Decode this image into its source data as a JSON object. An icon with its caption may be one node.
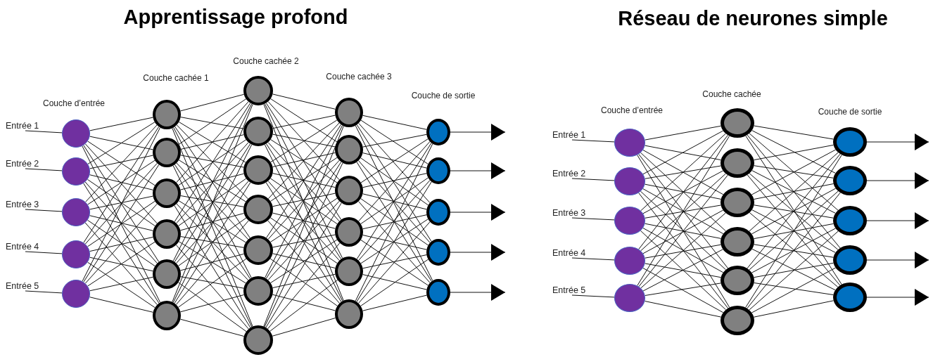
{
  "diagram": {
    "nodes": [
      {
        "text": [
          "Entrée 1"
        ]
      },
      {
        "text": [
          "Entrée 2"
        ]
      },
      {
        "text": [
          "Entrée 3"
        ]
      },
      {
        "text": [
          "Entrée 4"
        ]
      },
      {
        "text": [
          "Entrée 5"
        ]
      },
      {
        "text": [],
        "shape": "circle"
      },
      {
        "text": [],
        "shape": "circle"
      },
      {
        "text": [],
        "shape": "circle"
      },
      {
        "text": [],
        "shape": "circle"
      },
      {
        "text": [],
        "shape": "circle"
      },
      {
        "text": [],
        "shape": "circle"
      },
      {
        "text": [],
        "shape": "circle"
      },
      {
        "text": [],
        "shape": "circle"
      },
      {
        "text": [],
        "shape": "circle"
      },
      {
        "text": [],
        "shape": "circle"
      },
      {
        "text": [],
        "shape": "circle"
      },
      {
        "text": [],
        "shape": "circle"
      },
      {
        "text": [],
        "shape": "circle"
      },
      {
        "text": [],
        "shape": "circle"
      },
      {
        "text": [],
        "shape": "circle"
      },
      {
        "text": [],
        "shape": "circle"
      },
      {
        "text": [],
        "shape": "circle"
      },
      {
        "text": [],
        "shape": "circle"
      },
      {
        "text": [],
        "shape": "circle"
      },
      {
        "text": [],
        "shape": "circle"
      },
      {
        "text": [],
        "shape": "circle"
      },
      {
        "text": [],
        "shape": "circle"
      },
      {
        "text": [],
        "shape": "circle"
      },
      {
        "text": [],
        "shape": "circle"
      },
      {
        "text": [],
        "shape": "circle"
      },
      {
        "text": [],
        "shape": "circle"
      },
      {
        "text": [],
        "shape": "circle"
      },
      {
        "text": [],
        "shape": "circle"
      },
      {
        "text": [],
        "shape": "circle"
      },
      {
        "text": [
          "Entrée 1"
        ]
      },
      {
        "text": [
          "Entrée 2"
        ]
      },
      {
        "text": [
          "Entrée 3"
        ]
      },
      {
        "text": [
          "Entrée 4"
        ]
      },
      {
        "text": [
          "Entrée 5"
        ]
      },
      {
        "text": [],
        "shape": "circle"
      },
      {
        "text": [],
        "shape": "circle"
      },
      {
        "text": [],
        "shape": "circle"
      },
      {
        "text": [],
        "shape": "circle"
      },
      {
        "text": [],
        "shape": "circle"
      },
      {
        "text": [],
        "shape": "circle"
      },
      {
        "text": [],
        "shape": "circle"
      },
      {
        "text": [],
        "shape": "circle"
      },
      {
        "text": [],
        "shape": "circle"
      },
      {
        "text": [],
        "shape": "circle"
      },
      {
        "text": [],
        "shape": "circle"
      },
      {
        "text": [],
        "shape": "circle"
      },
      {
        "text": [],
        "shape": "circle"
      },
      {
        "text": [],
        "shape": "circle"
      },
      {
        "text": [],
        "shape": "circle"
      },
      {
        "text": [],
        "shape": "circle"
      }
    ],
    "edges": [
      {
        "from": 0,
        "to": 5,
        "arrow": "none"
      },
      {
        "from": 1,
        "to": 6,
        "arrow": "none"
      },
      {
        "from": 2,
        "to": 7,
        "arrow": "none"
      },
      {
        "from": 3,
        "to": 8,
        "arrow": "none"
      },
      {
        "from": 4,
        "to": 9,
        "arrow": "none"
      },
      {
        "from": 5,
        "to": 10,
        "arrow": "none"
      },
      {
        "from": 5,
        "to": 11,
        "arrow": "none"
      },
      {
        "from": 5,
        "to": 12,
        "arrow": "none"
      },
      {
        "from": 5,
        "to": 13,
        "arrow": "none"
      },
      {
        "from": 5,
        "to": 14,
        "arrow": "none"
      },
      {
        "from": 5,
        "to": 15,
        "arrow": "none"
      },
      {
        "from": 6,
        "to": 10,
        "arrow": "none"
      },
      {
        "from": 6,
        "to": 11,
        "arrow": "none"
      },
      {
        "from": 6,
        "to": 12,
        "arrow": "none"
      },
      {
        "from": 6,
        "to": 13,
        "arrow": "none"
      },
      {
        "from": 6,
        "to": 14,
        "arrow": "none"
      },
      {
        "from": 6,
        "to": 15,
        "arrow": "none"
      },
      {
        "from": 7,
        "to": 10,
        "arrow": "none"
      },
      {
        "from": 7,
        "to": 11,
        "arrow": "none"
      },
      {
        "from": 7,
        "to": 12,
        "arrow": "none"
      },
      {
        "from": 7,
        "to": 13,
        "arrow": "none"
      },
      {
        "from": 7,
        "to": 14,
        "arrow": "none"
      },
      {
        "from": 7,
        "to": 15,
        "arrow": "none"
      },
      {
        "from": 8,
        "to": 10,
        "arrow": "none"
      },
      {
        "from": 8,
        "to": 11,
        "arrow": "none"
      },
      {
        "from": 8,
        "to": 12,
        "arrow": "none"
      },
      {
        "from": 8,
        "to": 13,
        "arrow": "none"
      },
      {
        "from": 8,
        "to": 14,
        "arrow": "none"
      },
      {
        "from": 8,
        "to": 15,
        "arrow": "none"
      },
      {
        "from": 9,
        "to": 10,
        "arrow": "none"
      },
      {
        "from": 9,
        "to": 11,
        "arrow": "none"
      },
      {
        "from": 9,
        "to": 12,
        "arrow": "none"
      },
      {
        "from": 9,
        "to": 13,
        "arrow": "none"
      },
      {
        "from": 9,
        "to": 14,
        "arrow": "none"
      },
      {
        "from": 9,
        "to": 15,
        "arrow": "none"
      },
      {
        "from": 10,
        "to": 16,
        "arrow": "none"
      },
      {
        "from": 10,
        "to": 17,
        "arrow": "none"
      },
      {
        "from": 10,
        "to": 18,
        "arrow": "none"
      },
      {
        "from": 10,
        "to": 19,
        "arrow": "none"
      },
      {
        "from": 10,
        "to": 20,
        "arrow": "none"
      },
      {
        "from": 10,
        "to": 21,
        "arrow": "none"
      },
      {
        "from": 10,
        "to": 22,
        "arrow": "none"
      },
      {
        "from": 11,
        "to": 16,
        "arrow": "none"
      },
      {
        "from": 11,
        "to": 17,
        "arrow": "none"
      },
      {
        "from": 11,
        "to": 18,
        "arrow": "none"
      },
      {
        "from": 11,
        "to": 19,
        "arrow": "none"
      },
      {
        "from": 11,
        "to": 20,
        "arrow": "none"
      },
      {
        "from": 11,
        "to": 21,
        "arrow": "none"
      },
      {
        "from": 11,
        "to": 22,
        "arrow": "none"
      },
      {
        "from": 12,
        "to": 16,
        "arrow": "none"
      },
      {
        "from": 12,
        "to": 17,
        "arrow": "none"
      },
      {
        "from": 12,
        "to": 18,
        "arrow": "none"
      },
      {
        "from": 12,
        "to": 19,
        "arrow": "none"
      },
      {
        "from": 12,
        "to": 20,
        "arrow": "none"
      },
      {
        "from": 12,
        "to": 21,
        "arrow": "none"
      },
      {
        "from": 12,
        "to": 22,
        "arrow": "none"
      },
      {
        "from": 13,
        "to": 16,
        "arrow": "none"
      },
      {
        "from": 13,
        "to": 17,
        "arrow": "none"
      },
      {
        "from": 13,
        "to": 18,
        "arrow": "none"
      },
      {
        "from": 13,
        "to": 19,
        "arrow": "none"
      },
      {
        "from": 13,
        "to": 20,
        "arrow": "none"
      },
      {
        "from": 13,
        "to": 21,
        "arrow": "none"
      },
      {
        "from": 13,
        "to": 22,
        "arrow": "none"
      },
      {
        "from": 14,
        "to": 16,
        "arrow": "none"
      },
      {
        "from": 14,
        "to": 17,
        "arrow": "none"
      },
      {
        "from": 14,
        "to": 18,
        "arrow": "none"
      },
      {
        "from": 14,
        "to": 19,
        "arrow": "none"
      },
      {
        "from": 14,
        "to": 20,
        "arrow": "none"
      },
      {
        "from": 14,
        "to": 21,
        "arrow": "none"
      },
      {
        "from": 14,
        "to": 22,
        "arrow": "none"
      },
      {
        "from": 15,
        "to": 16,
        "arrow": "none"
      },
      {
        "from": 15,
        "to": 17,
        "arrow": "none"
      },
      {
        "from": 15,
        "to": 18,
        "arrow": "none"
      },
      {
        "from": 15,
        "to": 19,
        "arrow": "none"
      },
      {
        "from": 15,
        "to": 20,
        "arrow": "none"
      },
      {
        "from": 15,
        "to": 21,
        "arrow": "none"
      },
      {
        "from": 15,
        "to": 22,
        "arrow": "none"
      },
      {
        "from": 16,
        "to": 23,
        "arrow": "none"
      },
      {
        "from": 16,
        "to": 24,
        "arrow": "none"
      },
      {
        "from": 16,
        "to": 25,
        "arrow": "none"
      },
      {
        "from": 16,
        "to": 26,
        "arrow": "none"
      },
      {
        "from": 16,
        "to": 27,
        "arrow": "none"
      },
      {
        "from": 16,
        "to": 28,
        "arrow": "none"
      },
      {
        "from": 17,
        "to": 23,
        "arrow": "none"
      },
      {
        "from": 17,
        "to": 24,
        "arrow": "none"
      },
      {
        "from": 17,
        "to": 25,
        "arrow": "none"
      },
      {
        "from": 17,
        "to": 26,
        "arrow": "none"
      },
      {
        "from": 17,
        "to": 27,
        "arrow": "none"
      },
      {
        "from": 17,
        "to": 28,
        "arrow": "none"
      },
      {
        "from": 18,
        "to": 23,
        "arrow": "none"
      },
      {
        "from": 18,
        "to": 24,
        "arrow": "none"
      },
      {
        "from": 18,
        "to": 25,
        "arrow": "none"
      },
      {
        "from": 18,
        "to": 26,
        "arrow": "none"
      },
      {
        "from": 18,
        "to": 27,
        "arrow": "none"
      },
      {
        "from": 18,
        "to": 28,
        "arrow": "none"
      },
      {
        "from": 19,
        "to": 23,
        "arrow": "none"
      },
      {
        "from": 19,
        "to": 24,
        "arrow": "none"
      },
      {
        "from": 19,
        "to": 25,
        "arrow": "none"
      },
      {
        "from": 19,
        "to": 26,
        "arrow": "none"
      },
      {
        "from": 19,
        "to": 27,
        "arrow": "none"
      },
      {
        "from": 19,
        "to": 28,
        "arrow": "none"
      },
      {
        "from": 20,
        "to": 23,
        "arrow": "none"
      },
      {
        "from": 20,
        "to": 24,
        "arrow": "none"
      },
      {
        "from": 20,
        "to": 25,
        "arrow": "none"
      },
      {
        "from": 20,
        "to": 26,
        "arrow": "none"
      },
      {
        "from": 20,
        "to": 27,
        "arrow": "none"
      },
      {
        "from": 20,
        "to": 28,
        "arrow": "none"
      },
      {
        "from": 21,
        "to": 23,
        "arrow": "none"
      },
      {
        "from": 21,
        "to": 24,
        "arrow": "none"
      },
      {
        "from": 21,
        "to": 25,
        "arrow": "none"
      },
      {
        "from": 21,
        "to": 26,
        "arrow": "none"
      },
      {
        "from": 21,
        "to": 27,
        "arrow": "none"
      },
      {
        "from": 21,
        "to": 28,
        "arrow": "none"
      },
      {
        "from": 22,
        "to": 23,
        "arrow": "none"
      },
      {
        "from": 22,
        "to": 24,
        "arrow": "none"
      },
      {
        "from": 22,
        "to": 25,
        "arrow": "none"
      },
      {
        "from": 22,
        "to": 26,
        "arrow": "none"
      },
      {
        "from": 22,
        "to": 27,
        "arrow": "none"
      },
      {
        "from": 22,
        "to": 28,
        "arrow": "none"
      },
      {
        "from": 23,
        "to": 29,
        "arrow": "none"
      },
      {
        "from": 23,
        "to": 30,
        "arrow": "none"
      },
      {
        "from": 23,
        "to": 31,
        "arrow": "none"
      },
      {
        "from": 23,
        "to": 32,
        "arrow": "none"
      },
      {
        "from": 23,
        "to": 33,
        "arrow": "none"
      },
      {
        "from": 24,
        "to": 29,
        "arrow": "none"
      },
      {
        "from": 24,
        "to": 30,
        "arrow": "none"
      },
      {
        "from": 24,
        "to": 31,
        "arrow": "none"
      },
      {
        "from": 24,
        "to": 32,
        "arrow": "none"
      },
      {
        "from": 24,
        "to": 33,
        "arrow": "none"
      },
      {
        "from": 25,
        "to": 29,
        "arrow": "none"
      },
      {
        "from": 25,
        "to": 30,
        "arrow": "none"
      },
      {
        "from": 25,
        "to": 31,
        "arrow": "none"
      },
      {
        "from": 25,
        "to": 32,
        "arrow": "none"
      },
      {
        "from": 25,
        "to": 33,
        "arrow": "none"
      },
      {
        "from": 26,
        "to": 29,
        "arrow": "none"
      },
      {
        "from": 26,
        "to": 30,
        "arrow": "none"
      },
      {
        "from": 26,
        "to": 31,
        "arrow": "none"
      },
      {
        "from": 26,
        "to": 32,
        "arrow": "none"
      },
      {
        "from": 26,
        "to": 33,
        "arrow": "none"
      },
      {
        "from": 27,
        "to": 29,
        "arrow": "none"
      },
      {
        "from": 27,
        "to": 30,
        "arrow": "none"
      },
      {
        "from": 27,
        "to": 31,
        "arrow": "none"
      },
      {
        "from": 27,
        "to": 32,
        "arrow": "none"
      },
      {
        "from": 27,
        "to": 33,
        "arrow": "none"
      },
      {
        "from": 28,
        "to": 29,
        "arrow": "none"
      },
      {
        "from": 28,
        "to": 30,
        "arrow": "none"
      },
      {
        "from": 28,
        "to": 31,
        "arrow": "none"
      },
      {
        "from": 28,
        "to": 32,
        "arrow": "none"
      },
      {
        "from": 28,
        "to": 33,
        "arrow": "none"
      },
      {
        "from": 29,
        "to": null,
        "arrow": "to"
      },
      {
        "from": 30,
        "to": null,
        "arrow": "to"
      },
      {
        "from": 31,
        "to": null,
        "arrow": "to"
      },
      {
        "from": 32,
        "to": null,
        "arrow": "to"
      },
      {
        "from": 33,
        "to": null,
        "arrow": "to"
      },
      {
        "from": 34,
        "to": 39,
        "arrow": "none"
      },
      {
        "from": 35,
        "to": 40,
        "arrow": "none"
      },
      {
        "from": 36,
        "to": 41,
        "arrow": "none"
      },
      {
        "from": 37,
        "to": 42,
        "arrow": "none"
      },
      {
        "from": 38,
        "to": 43,
        "arrow": "none"
      },
      {
        "from": 39,
        "to": 44,
        "arrow": "none"
      },
      {
        "from": 39,
        "to": 45,
        "arrow": "none"
      },
      {
        "from": 39,
        "to": 46,
        "arrow": "none"
      },
      {
        "from": 39,
        "to": 47,
        "arrow": "none"
      },
      {
        "from": 39,
        "to": 48,
        "arrow": "none"
      },
      {
        "from": 39,
        "to": 49,
        "arrow": "none"
      },
      {
        "from": 40,
        "to": 44,
        "arrow": "none"
      },
      {
        "from": 40,
        "to": 45,
        "arrow": "none"
      },
      {
        "from": 40,
        "to": 46,
        "arrow": "none"
      },
      {
        "from": 40,
        "to": 47,
        "arrow": "none"
      },
      {
        "from": 40,
        "to": 48,
        "arrow": "none"
      },
      {
        "from": 40,
        "to": 49,
        "arrow": "none"
      },
      {
        "from": 41,
        "to": 44,
        "arrow": "none"
      },
      {
        "from": 41,
        "to": 45,
        "arrow": "none"
      },
      {
        "from": 41,
        "to": 46,
        "arrow": "none"
      },
      {
        "from": 41,
        "to": 47,
        "arrow": "none"
      },
      {
        "from": 41,
        "to": 48,
        "arrow": "none"
      },
      {
        "from": 41,
        "to": 49,
        "arrow": "none"
      },
      {
        "from": 42,
        "to": 44,
        "arrow": "none"
      },
      {
        "from": 42,
        "to": 45,
        "arrow": "none"
      },
      {
        "from": 42,
        "to": 46,
        "arrow": "none"
      },
      {
        "from": 42,
        "to": 47,
        "arrow": "none"
      },
      {
        "from": 42,
        "to": 48,
        "arrow": "none"
      },
      {
        "from": 42,
        "to": 49,
        "arrow": "none"
      },
      {
        "from": 43,
        "to": 44,
        "arrow": "none"
      },
      {
        "from": 43,
        "to": 45,
        "arrow": "none"
      },
      {
        "from": 43,
        "to": 46,
        "arrow": "none"
      },
      {
        "from": 43,
        "to": 47,
        "arrow": "none"
      },
      {
        "from": 43,
        "to": 48,
        "arrow": "none"
      },
      {
        "from": 43,
        "to": 49,
        "arrow": "none"
      },
      {
        "from": 44,
        "to": 50,
        "arrow": "none"
      },
      {
        "from": 44,
        "to": 51,
        "arrow": "none"
      },
      {
        "from": 44,
        "to": 52,
        "arrow": "none"
      },
      {
        "from": 44,
        "to": 53,
        "arrow": "none"
      },
      {
        "from": 44,
        "to": 54,
        "arrow": "none"
      },
      {
        "from": 45,
        "to": 50,
        "arrow": "none"
      },
      {
        "from": 45,
        "to": 51,
        "arrow": "none"
      },
      {
        "from": 45,
        "to": 52,
        "arrow": "none"
      },
      {
        "from": 45,
        "to": 53,
        "arrow": "none"
      },
      {
        "from": 45,
        "to": 54,
        "arrow": "none"
      },
      {
        "from": 46,
        "to": 50,
        "arrow": "none"
      },
      {
        "from": 46,
        "to": 51,
        "arrow": "none"
      },
      {
        "from": 46,
        "to": 52,
        "arrow": "none"
      },
      {
        "from": 46,
        "to": 53,
        "arrow": "none"
      },
      {
        "from": 46,
        "to": 54,
        "arrow": "none"
      },
      {
        "from": 47,
        "to": 50,
        "arrow": "none"
      },
      {
        "from": 47,
        "to": 51,
        "arrow": "none"
      },
      {
        "from": 47,
        "to": 52,
        "arrow": "none"
      },
      {
        "from": 47,
        "to": 53,
        "arrow": "none"
      },
      {
        "from": 47,
        "to": 54,
        "arrow": "none"
      },
      {
        "from": 48,
        "to": 50,
        "arrow": "none"
      },
      {
        "from": 48,
        "to": 51,
        "arrow": "none"
      },
      {
        "from": 48,
        "to": 52,
        "arrow": "none"
      },
      {
        "from": 48,
        "to": 53,
        "arrow": "none"
      },
      {
        "from": 48,
        "to": 54,
        "arrow": "none"
      },
      {
        "from": 49,
        "to": 50,
        "arrow": "none"
      },
      {
        "from": 49,
        "to": 51,
        "arrow": "none"
      },
      {
        "from": 49,
        "to": 52,
        "arrow": "none"
      },
      {
        "from": 49,
        "to": 53,
        "arrow": "none"
      },
      {
        "from": 49,
        "to": 54,
        "arrow": "none"
      },
      {
        "from": 50,
        "to": null,
        "arrow": "to"
      },
      {
        "from": 51,
        "to": null,
        "arrow": "to"
      },
      {
        "from": 52,
        "to": null,
        "arrow": "to"
      },
      {
        "from": 53,
        "to": null,
        "arrow": "to"
      },
      {
        "from": 54,
        "to": null,
        "arrow": "to"
      }
    ],
    "labels": [
      "Apprentissage profond",
      "Réseau de neurones simple",
      "Couche d’entrée",
      "Couche cachée 1",
      "Couche cachée 2",
      "Couche cachée 3",
      "Couche de sortie",
      "Couche d’entrée",
      "Couche cachée",
      "Couche de sortie"
    ]
  }
}
